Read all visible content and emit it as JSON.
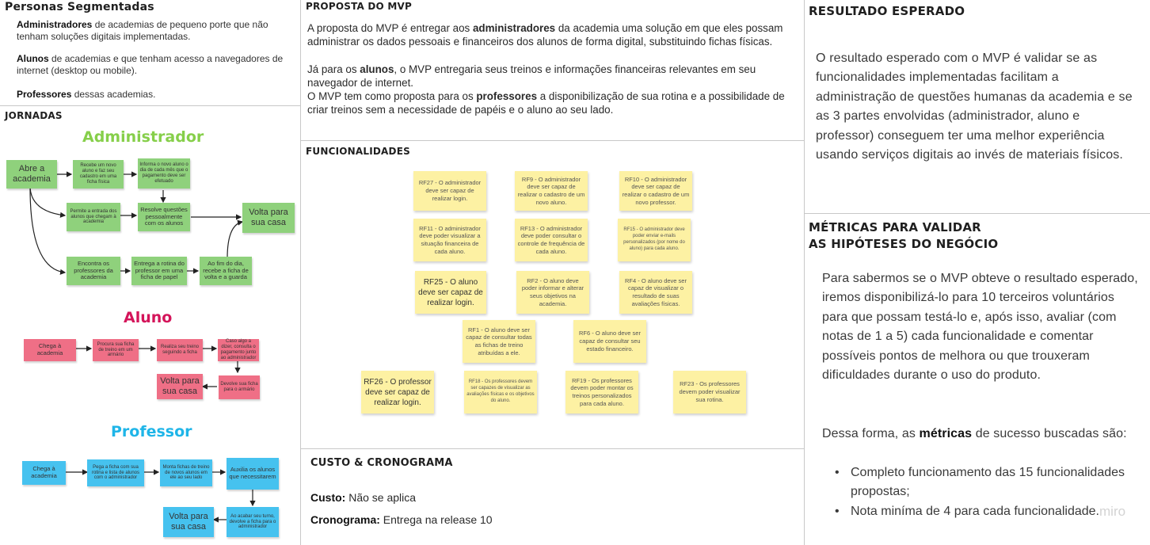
{
  "personas": {
    "title": "Personas Segmentadas",
    "admin_bold": "Administradores",
    "admin_text": " de academias de pequeno porte que não tenham soluções digitais implementadas.",
    "alunos_bold": "Alunos",
    "alunos_text": " de academias e que tenham acesso a navegadores de internet (desktop ou mobile).",
    "prof_bold": "Professores",
    "prof_text": " dessas academias."
  },
  "jornadas": {
    "title": "JORNADAS",
    "admin": {
      "title": "Administrador",
      "color": "#8fd17c",
      "title_color": "#86cf4a",
      "nodes": [
        "Abre a academia",
        "Recebe um novo aluno e faz seu cadastro em uma ficha física",
        "Informa o novo aluno o dia de cada mês que o pagamento deve ser efetuado",
        "Permite a entrada dos alunos que chegam à academia",
        "Resolve questões pessoalmente com os alunos",
        "Volta para sua casa",
        "Encontra os professores da academia",
        "Entrega a rotina do professor em uma ficha de papel",
        "Ao fim do dia, recebe a ficha de volta e a guarda"
      ]
    },
    "aluno": {
      "title": "Aluno",
      "color": "#ef6f86",
      "title_color": "#d4145a",
      "nodes": [
        "Chega à academia",
        "Procura sua ficha de treino em um armário",
        "Realiza seu treino seguindo a ficha",
        "Caso algo a dizer, consulta o pagamento junto ao administrador",
        "Devolve sua ficha para o armário",
        "Volta para sua casa"
      ]
    },
    "professor": {
      "title": "Professor",
      "color": "#46c2ef",
      "title_color": "#1fb5e8",
      "nodes": [
        "Chega à academia",
        "Pega a ficha com sua rotina e lista de alunos com o administrador",
        "Monta fichas de treino de novos alunos em ele ao seu lado",
        "Auxilia os alunos que necessitarem",
        "Ao acabar seu turno, devolve a ficha para o administrador",
        "Volta para sua casa"
      ]
    }
  },
  "proposta": {
    "title": "PROPOSTA DO MVP",
    "p1_a": "A proposta do MVP é entregar aos ",
    "p1_bold": "administradores",
    "p1_b": " da academia uma solução em que eles possam administrar os dados pessoais e financeiros dos alunos de forma digital, substituindo fichas físicas.",
    "p2_a": "Já para os ",
    "p2_bold": "alunos",
    "p2_b": ", o MVP entregaria seus treinos e informações financeiras relevantes em seu navegador de internet.",
    "p3_a": "O MVP tem como proposta para os ",
    "p3_bold": "professores",
    "p3_b": " a disponibilização de sua rotina e a possibilidade de criar treinos sem a necessidade de papéis e o aluno ao seu lado."
  },
  "funcionalidades": {
    "title": "FUNCIONALIDADES",
    "sticky_color": "#fdf1a3",
    "items": [
      "RF27 - O administrador deve ser capaz de realizar login.",
      "RF9 - O administrador deve ser capaz de realizar o cadastro de um novo aluno.",
      "RF10 - O administrador deve ser capaz de realizar o cadastro de um novo professor.",
      "RF11 - O administrador deve poder visualizar a situação financeira de cada aluno.",
      "RF13 - O administrador deve poder consultar o controle de frequência de cada aluno.",
      "RF15 - O administrador deve poder enviar e-mails personalizados (por nome do aluno) para cada aluno.",
      "RF25 - O aluno deve ser capaz de realizar login.",
      "RF2 - O aluno deve poder informar e alterar seus objetivos na academia.",
      "RF4 - O aluno deve ser capaz de visualizar o resultado de suas avaliações físicas.",
      "RF1 - O aluno deve ser capaz de consultar todas as fichas de treino atribuídas a ele.",
      "RF6 - O aluno deve ser capaz de consultar seu estado financeiro.",
      "RF26 - O professor deve ser capaz de realizar login.",
      "RF18 - Os professores devem ser capazes de visualizar as avaliações físicas e os objetivos do aluno.",
      "RF19 - Os professores devem poder montar os treinos personalizados para cada aluno.",
      "RF23 - Os professores devem poder visualizar sua rotina."
    ]
  },
  "custo": {
    "title": "CUSTO & CRONOGRAMA",
    "custo_label": "Custo:",
    "custo_value": " Não se aplica",
    "crono_label": "Cronograma:",
    "crono_value": " Entrega na release 10"
  },
  "resultado": {
    "title": "RESULTADO ESPERADO",
    "text": "O resultado esperado com o MVP é validar se as funcionalidades implementadas facilitam a administração de questões humanas da academia e se as 3 partes envolvidas (administrador, aluno e professor) conseguem ter uma melhor experiência usando serviços digitais ao invés de materiais físicos."
  },
  "metricas": {
    "title_line1": "MÉTRICAS PARA VALIDAR",
    "title_line2": "AS HIPÓTESES DO NEGÓCIO",
    "p1": "Para sabermos se o MVP obteve o resultado esperado, iremos disponibilizá-lo para 10 terceiros voluntários para que possam testá-lo e, após isso, avaliar (com notas de 1 a 5) cada funcionalidade e comentar possíveis pontos de melhora ou que trouxeram dificuldades durante o uso do produto.",
    "p2_a": "Dessa forma, as ",
    "p2_bold": "métricas",
    "p2_b": " de sucesso buscadas são:",
    "bullets": [
      "Completo funcionamento das 15 funcionalidades propostas;",
      "Nota miníma de 4 para cada funcionalidade."
    ],
    "watermark": "miro"
  }
}
